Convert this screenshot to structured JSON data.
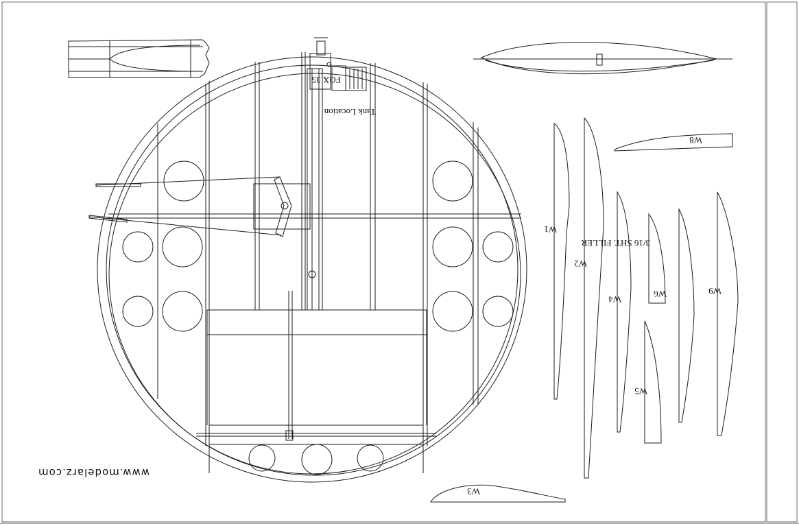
{
  "plan": {
    "url_text": "www.modelarz.com",
    "tank_location": "Tank Location",
    "filler_note": "3/16 SHT. FILLER",
    "engine_mark": "FOX 35"
  },
  "parts": {
    "w1": "W1",
    "w2": "W2",
    "w3": "W3",
    "w4": "W4",
    "w5": "W5",
    "w6": "W6",
    "w8": "W8",
    "w9": "W9"
  }
}
